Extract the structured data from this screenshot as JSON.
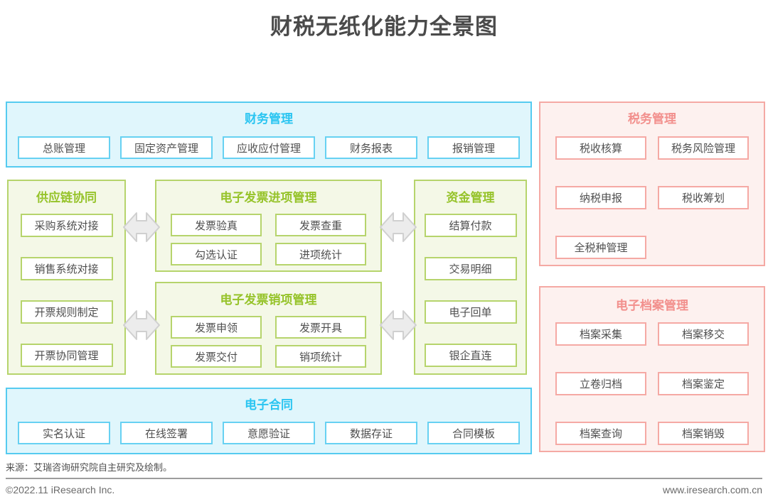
{
  "title": "财税无纸化能力全景图",
  "colors": {
    "cyan_header": "#2bc5f1",
    "cyan_border": "#55cbf0",
    "cyan_bg": "#e0f6fc",
    "green_header": "#96c32a",
    "green_border": "#b6d46c",
    "green_bg": "#f4f8e7",
    "pink_header": "#f2908d",
    "pink_border": "#f5a9a4",
    "pink_bg": "#fdf1ef",
    "item_text": "#4f4f4f",
    "arrow_fill": "#ececec",
    "arrow_stroke": "#d0d0d0",
    "title_text": "#4a4a4a"
  },
  "sections": {
    "finance": {
      "title": "财务管理",
      "items": [
        "总账管理",
        "固定资产管理",
        "应收应付管理",
        "财务报表",
        "报销管理"
      ]
    },
    "supply_chain": {
      "title": "供应链协同",
      "items": [
        "采购系统对接",
        "销售系统对接",
        "开票规则制定",
        "开票协同管理"
      ]
    },
    "invoice_input": {
      "title": "电子发票进项管理",
      "items": [
        "发票验真",
        "发票查重",
        "勾选认证",
        "进项统计"
      ]
    },
    "invoice_output": {
      "title": "电子发票销项管理",
      "items": [
        "发票申领",
        "发票开具",
        "发票交付",
        "销项统计"
      ]
    },
    "funds": {
      "title": "资金管理",
      "items": [
        "结算付款",
        "交易明细",
        "电子回单",
        "银企直连"
      ]
    },
    "contract": {
      "title": "电子合同",
      "items": [
        "实名认证",
        "在线签署",
        "意愿验证",
        "数据存证",
        "合同模板"
      ]
    },
    "tax": {
      "title": "税务管理",
      "items": [
        "税收核算",
        "税务风险管理",
        "纳税申报",
        "税收筹划",
        "全税种管理"
      ]
    },
    "archive": {
      "title": "电子档案管理",
      "items": [
        "档案采集",
        "档案移交",
        "立卷归档",
        "档案鉴定",
        "档案查询",
        "档案销毁"
      ]
    }
  },
  "footer": {
    "source": "来源：艾瑞咨询研究院自主研究及绘制。",
    "copyright": "©2022.11 iResearch Inc.",
    "website": "www.iresearch.com.cn"
  }
}
